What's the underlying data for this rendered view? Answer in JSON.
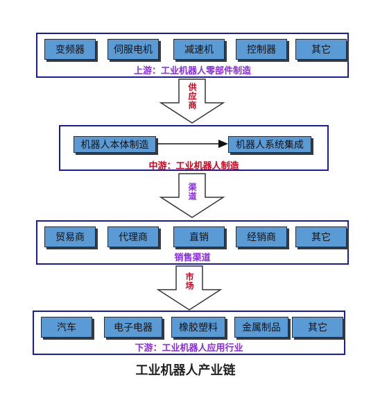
{
  "upstream": {
    "boxes": [
      "变频器",
      "伺服电机",
      "减速机",
      "控制器",
      "其它"
    ],
    "caption": "上游：工业机器人零部件制造"
  },
  "arrow1": {
    "label": "供应商"
  },
  "midstream": {
    "box_left": "机器人本体制造",
    "box_right": "机器人系统集成",
    "caption": "中游：工业机器人制造"
  },
  "arrow2": {
    "label": "渠道"
  },
  "channel": {
    "boxes": [
      "贸易商",
      "代理商",
      "直销",
      "经销商",
      "其它"
    ],
    "caption": "销售渠道"
  },
  "arrow3": {
    "label": "市场"
  },
  "downstream": {
    "boxes": [
      "汽车",
      "电子电器",
      "橡胶塑料",
      "金属制品",
      "其它"
    ],
    "caption": "下游：工业机器人应用行业"
  },
  "title": "工业机器人产业链",
  "colors": {
    "box_fill": "#5b9bd5",
    "frame": "#1a1aa8",
    "caption_purple": "#8a2be2",
    "caption_red": "#d0021b"
  }
}
